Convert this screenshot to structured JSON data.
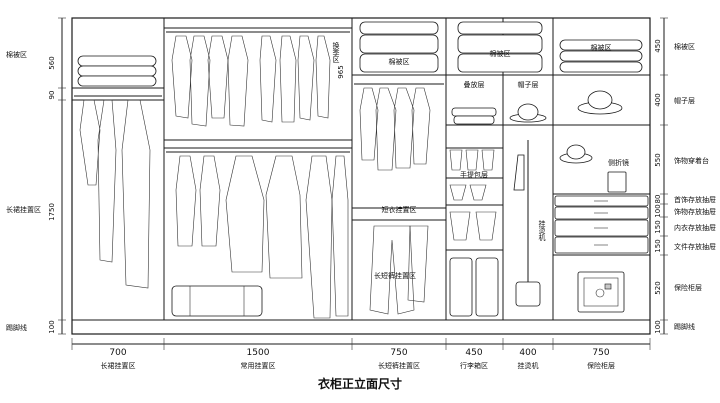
{
  "title": "衣柜正立面尺寸",
  "left_labels": [
    {
      "key": "quilt",
      "label": "棉被区",
      "dim": "560"
    },
    {
      "key": "gap",
      "label": "",
      "dim": "90"
    },
    {
      "key": "long",
      "label": "长裙挂置区",
      "dim": "1750"
    },
    {
      "key": "kick",
      "label": "踢脚线",
      "dim": "100"
    }
  ],
  "right_labels": [
    {
      "key": "quilt",
      "label": "棉被区",
      "dim": "450"
    },
    {
      "key": "hat",
      "label": "帽子层",
      "dim": "400"
    },
    {
      "key": "accessory",
      "label": "饰物穿着台",
      "dim": "550"
    },
    {
      "key": "jewel",
      "label": "首饰存放抽屉",
      "dim": "80"
    },
    {
      "key": "accessory_drawer",
      "label": "饰物存放抽屉",
      "dim": "100"
    },
    {
      "key": "underwear",
      "label": "内衣存放抽屉",
      "dim": "150"
    },
    {
      "key": "docs",
      "label": "文件存放抽屉",
      "dim": "150"
    },
    {
      "key": "safe",
      "label": "保险柜层",
      "dim": "520"
    },
    {
      "key": "kick",
      "label": "踢脚线",
      "dim": "100"
    }
  ],
  "bottom_dims": [
    {
      "value": "700",
      "label": "长裙挂置区"
    },
    {
      "value": "1500",
      "label": "常用挂置区"
    },
    {
      "value": "750",
      "label": "长短裤挂置区"
    },
    {
      "value": "450",
      "label": "行李箱区"
    },
    {
      "value": "400",
      "label": "挂烫机"
    },
    {
      "value": "750",
      "label": "保险柜层"
    }
  ],
  "inner_labels": {
    "quilt_1": "棉被区",
    "quilt_2": "棉被区",
    "quilt_3": "棉被区",
    "season": "换季区",
    "season_dim": "965",
    "folded": "叠放层",
    "hat_layer": "帽子层",
    "trousers": "手提包层",
    "short_hang": "短衣挂置区",
    "trouser_hang": "长短裤挂置区",
    "steamer": "挂烫机",
    "mirror": "侧折镜"
  }
}
